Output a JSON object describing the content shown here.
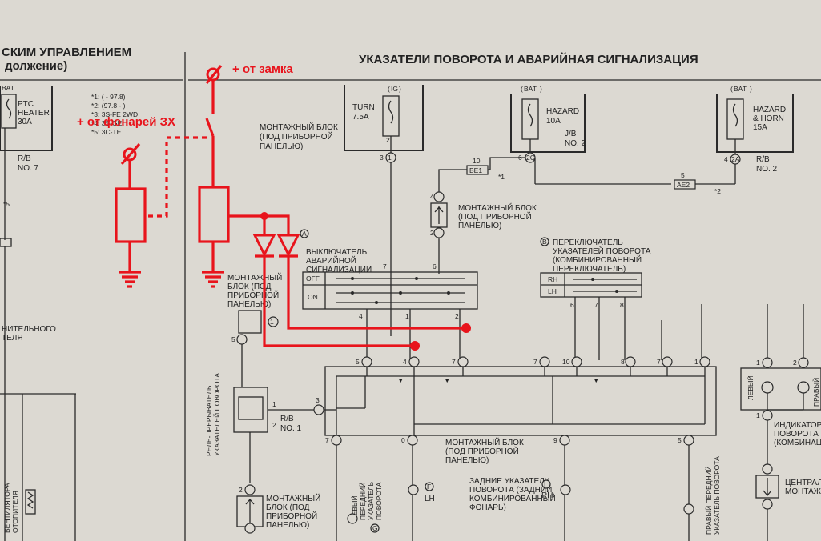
{
  "header": {
    "left_title_1": "СКИМ УПРАВЛЕНИЕМ",
    "left_title_2": "должение)",
    "main_title": "УКАЗАТЕЛИ ПОВОРОТА И АВАРИЙНАЯ СИГНАЛИЗАЦИЯ"
  },
  "annotations": {
    "from_ignition": "+ от замка",
    "from_lights": "+ от фонарей ЗХ"
  },
  "footnotes": [
    "*1: ( - 97.8)",
    "*2: (97.8 - )",
    "*3: 3S-FE 2WD",
    "*4: 3S-GE",
    "*5: 3C-TE"
  ],
  "fuses": {
    "ptc": {
      "source": "BAT",
      "name1": "PTC",
      "name2": "HEATER",
      "amp": "30A",
      "box": "R/B",
      "box_no": "NO. 7"
    },
    "turn": {
      "source": "IG",
      "name1": "TURN",
      "amp": "7.5A"
    },
    "hazard": {
      "source": "BAT",
      "name1": "HAZARD",
      "amp": "10A",
      "box": "J/B",
      "box_no": "NO. 2"
    },
    "hazard_horn": {
      "source": "BAT",
      "name1": "HAZARD",
      "name2": "& HORN",
      "amp": "15A",
      "box": "R/B",
      "box_no": "NO. 2"
    }
  },
  "labels": {
    "mount_block_1": "МОНТАЖНЫЙ БЛОК",
    "mount_block_1b": "(ПОД ПРИБОРНОЙ",
    "mount_block_1c": "ПАНЕЛЬЮ)",
    "mount_block_2": "МОНТАЖНЫЙ БЛОК",
    "mount_block_2b": "(ПОД ПРИБОРНОЙ",
    "mount_block_2c": "ПАНЕЛЬЮ)",
    "hazard_switch_1": "ВЫКЛЮЧАТЕЛЬ",
    "hazard_switch_2": "АВАРИЙНОЙ",
    "hazard_switch_3": "СИГНАЛИЗАЦИИ",
    "turn_switch_1": "ПЕРЕКЛЮЧАТЕЛЬ",
    "turn_switch_2": "УКАЗАТЕЛЕЙ ПОВОРОТА",
    "turn_switch_3": "(КОМБИНИРОВАННЫЙ",
    "turn_switch_4": "ПЕРЕКЛЮЧАТЕЛЬ)",
    "mount_left_1": "МОНТАЖНЫЙ",
    "mount_left_2": "БЛОК (ПОД",
    "mount_left_3": "ПРИБОРНОЙ",
    "mount_left_4": "ПАНЕЛЬЮ)",
    "relay_1": "РЕЛЕ-ПРЕРЫВАТЕЛЬ",
    "relay_2": "УКАЗАТЕЛЕЙ ПОВОРОТА",
    "relay_box": "R/B",
    "relay_box_no": "NO. 1",
    "mount_bottom_1": "МОНТАЖНЫЙ БЛОК",
    "mount_bottom_2": "(ПОД ПРИБОРНОЙ",
    "mount_bottom_3": "ПАНЕЛЬЮ)",
    "mount_bl_1": "МОНТАЖНЫЙ",
    "mount_bl_2": "БЛОК (ПОД",
    "mount_bl_3": "ПРИБОРНОЙ",
    "mount_bl_4": "ПАНЕЛЬЮ)",
    "rear_1": "ЗАДНИЕ УКАЗАТЕЛИ",
    "rear_2": "ПОВОРОТА (ЗАДНИЙ",
    "rear_3": "КОМБИНИРОВАННЫЙ",
    "rear_4": "ФОНАРЬ)",
    "left_rear_1": "ЛЕВЫЙ",
    "left_rear_2": "ПЕРЕДНИЙ",
    "left_rear_3": "УКАЗАТЕЛЬ",
    "left_rear_4": "ПОВОРОТА",
    "right_front_1": "ПРАВЫЙ ПЕРЕДНИЙ",
    "right_front_2": "УКАЗАТЕЛЬ ПОВОРОТА",
    "indicator_1": "ИНДИКАТОР",
    "indicator_2": "ПОВОРОТА",
    "indicator_3": "(КОМБИНАЦ",
    "left_word": "ЛЕВЫЙ",
    "right_word": "ПРАВЫЙ",
    "central_1": "ЦЕНТРАЛ",
    "central_2": "МОНТАЖ",
    "fan_1": "ВЕНТИЛЯТОРА",
    "fan_2": "ОТОПИТЕЛЯ",
    "left_cut_1": "НИТЕЛЬНОГО",
    "left_cut_2": "ТЕЛЯ",
    "lh": "LH",
    "rh": "RH",
    "switch_off": "OFF",
    "switch_on": "ON",
    "ts_rh": "RH",
    "ts_lh": "LH"
  },
  "colors": {
    "overlay": "#e8141c",
    "ink": "#2a2a2a",
    "paper": "#dcd9d2"
  }
}
